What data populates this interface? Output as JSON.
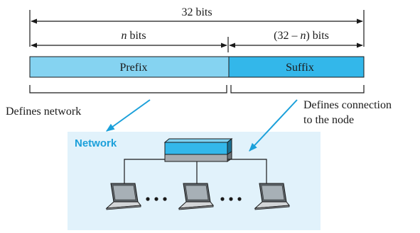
{
  "total_bits_label": "32 bits",
  "prefix_bits": {
    "var": "n",
    "rest": " bits"
  },
  "suffix_bits": {
    "pre": "(32 – ",
    "var": "n",
    "post": ") bits"
  },
  "prefix_label": "Prefix",
  "suffix_label": "Suffix",
  "prefix_note": "Defines network",
  "suffix_note": [
    "Defines connection",
    "to the node"
  ],
  "network_label": "Network",
  "hosts": [
    {
      "icon": "laptop-icon"
    },
    {
      "icon": "laptop-icon"
    },
    {
      "icon": "laptop-icon"
    }
  ],
  "switch_icon": "switch-icon",
  "colors": {
    "prefix": "#85d3f1",
    "suffix": "#33b7ea",
    "network_bg": "#e1f2fb",
    "accent": "#1ba0da",
    "text": "#1a1a1a"
  }
}
